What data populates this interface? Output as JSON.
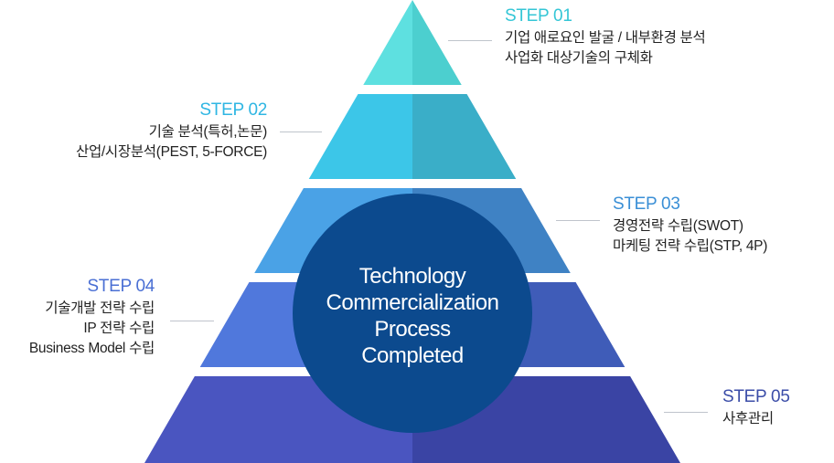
{
  "center": {
    "lines": [
      "Technology",
      "Commercialization",
      "Process",
      "Completed"
    ]
  },
  "steps": [
    {
      "title": "STEP 01",
      "color": "#34c6d6",
      "lines": [
        "기업 애로요인 발굴 / 내부환경 분석",
        "사업화 대상기술의 구체화"
      ]
    },
    {
      "title": "STEP 02",
      "color": "#2fb6e3",
      "lines": [
        "기술 분석(특허,논문)",
        "산업/시장분석(PEST, 5-FORCE)"
      ]
    },
    {
      "title": "STEP 03",
      "color": "#3a8fd6",
      "lines": [
        "경영전략 수립(SWOT)",
        "마케팅 전략 수립(STP, 4P)"
      ]
    },
    {
      "title": "STEP 04",
      "color": "#4a6fd4",
      "lines": [
        "기술개발 전략 수립",
        "IP 전략 수립",
        "Business Model 수립"
      ]
    },
    {
      "title": "STEP 05",
      "color": "#3b4da8",
      "lines": [
        "사후관리"
      ]
    }
  ],
  "tiers": [
    {
      "left": "#5ee0e0",
      "right": "#4ccfcf"
    },
    {
      "left": "#3cc6e8",
      "right": "#3aaec8"
    },
    {
      "left": "#4aa2e6",
      "right": "#3f82c4"
    },
    {
      "left": "#5078dc",
      "right": "#3f5cb8"
    },
    {
      "left": "#4a55c0",
      "right": "#3a44a4"
    }
  ],
  "circle_color": "#0c4a8e"
}
